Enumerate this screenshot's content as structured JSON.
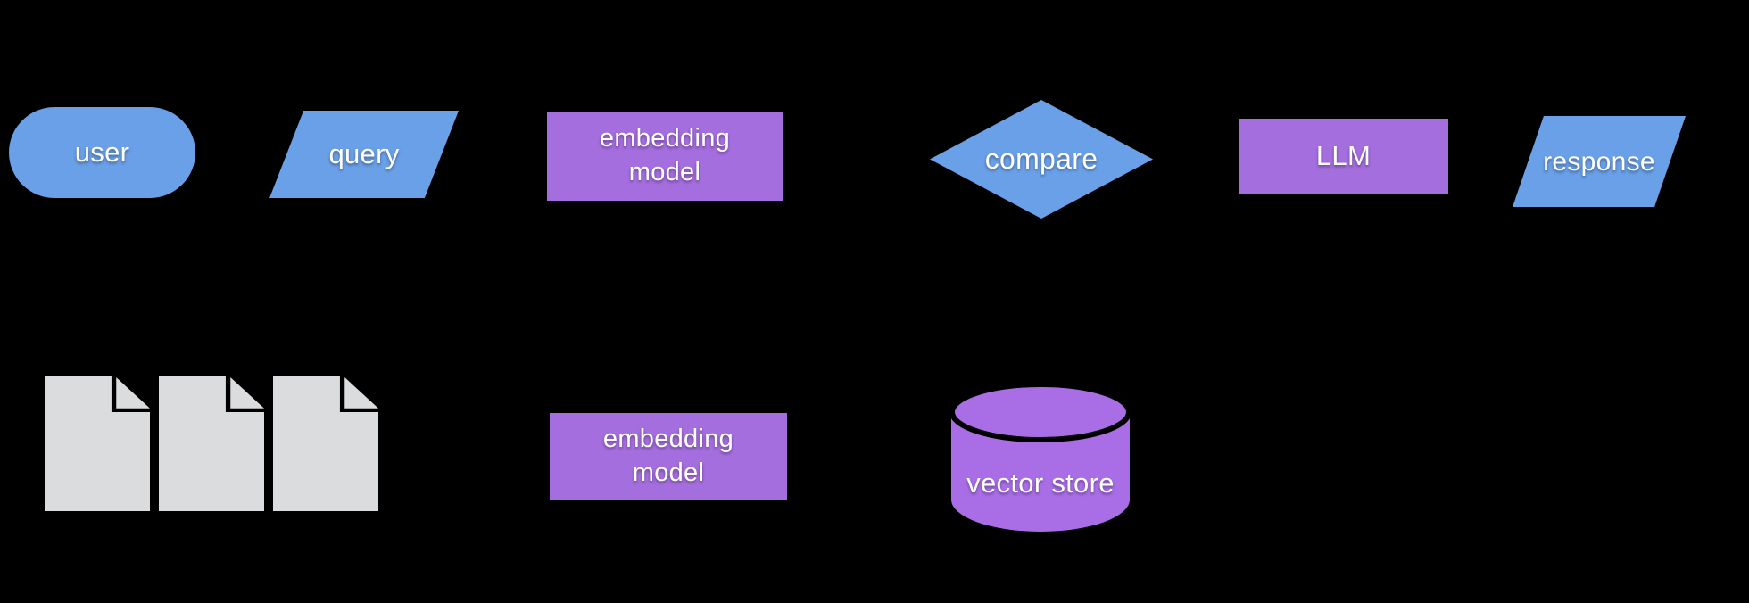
{
  "diagram": {
    "nodes": {
      "user": {
        "label": "user",
        "shape": "stadium",
        "fill": "blue"
      },
      "query": {
        "label": "query",
        "shape": "parallelogram",
        "fill": "blue"
      },
      "embedding_model_top": {
        "label": "embedding\nmodel",
        "shape": "rectangle",
        "fill": "purple"
      },
      "compare": {
        "label": "compare",
        "shape": "diamond",
        "fill": "blue"
      },
      "llm": {
        "label": "LLM",
        "shape": "rectangle",
        "fill": "purple"
      },
      "response": {
        "label": "response",
        "shape": "parallelogram",
        "fill": "blue"
      },
      "documents": {
        "count": 3,
        "shape": "document",
        "fill": "gray"
      },
      "embedding_model_bottom": {
        "label": "embedding\nmodel",
        "shape": "rectangle",
        "fill": "purple"
      },
      "vector_store": {
        "label": "vector store",
        "shape": "cylinder",
        "fill": "purple"
      }
    },
    "colors": {
      "background": "#000000",
      "blue": "#6AA0E8",
      "purple": "#A56EDF",
      "cylinder_purple": "#A96EE6",
      "document_gray": "#DBDCDE",
      "text": "#FFFFFF"
    }
  }
}
